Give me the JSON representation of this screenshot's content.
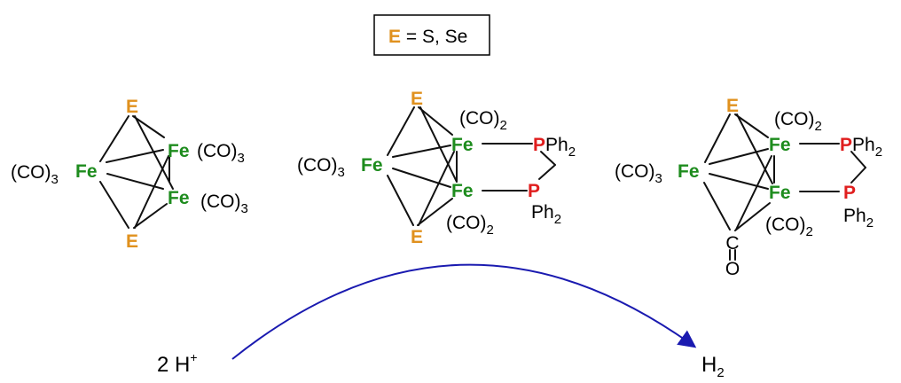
{
  "legend": {
    "element_symbol": "E",
    "rest": " = S, Se"
  },
  "colors": {
    "chalcogen": "#E0911E",
    "iron": "#1E8C1E",
    "phosphorus": "#E01E1E",
    "arrow": "#1A1AB0",
    "text": "#000000"
  },
  "labels": {
    "E": "E",
    "Fe": "Fe",
    "P": "P",
    "C": "C",
    "O": "O",
    "CO": "(CO)",
    "Ph": "Ph",
    "n2": "2",
    "n3": "3"
  },
  "reaction": {
    "reactant_coef": "2 H",
    "reactant_charge": "+",
    "product": "H",
    "product_sub": "2"
  }
}
